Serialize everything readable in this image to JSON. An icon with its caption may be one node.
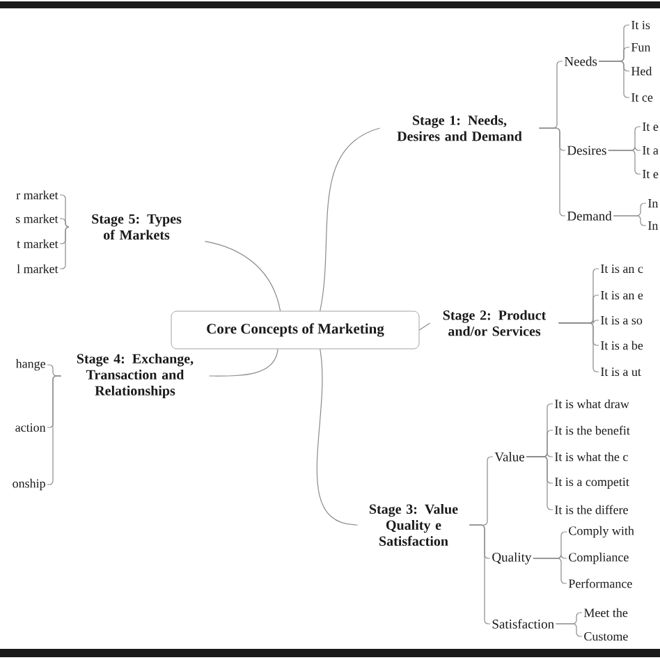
{
  "diagram": {
    "nodes": [
      {
        "text": [
          "Core Concepts of Marketing"
        ]
      },
      {
        "text": [
          "Stage 1: Needs, Desires and Demand"
        ]
      },
      {
        "text": [
          "Needs"
        ]
      },
      {
        "text": [
          "It is"
        ]
      },
      {
        "text": [
          "Fun"
        ]
      },
      {
        "text": [
          "Hed"
        ]
      },
      {
        "text": [
          "It ce"
        ]
      },
      {
        "text": [
          "Desires"
        ]
      },
      {
        "text": [
          "It e"
        ]
      },
      {
        "text": [
          "It a"
        ]
      },
      {
        "text": [
          "It e"
        ]
      },
      {
        "text": [
          "Demand"
        ]
      },
      {
        "text": [
          "In"
        ]
      },
      {
        "text": [
          "In"
        ]
      },
      {
        "text": [
          "Stage 2: Product and/or Services"
        ]
      },
      {
        "text": [
          "It is an c"
        ]
      },
      {
        "text": [
          "It is an e"
        ]
      },
      {
        "text": [
          "It is a so"
        ]
      },
      {
        "text": [
          "It is a be"
        ]
      },
      {
        "text": [
          "It is a ut"
        ]
      },
      {
        "text": [
          "Stage 3: Value Quality e Satisfaction"
        ]
      },
      {
        "text": [
          "Value"
        ]
      },
      {
        "text": [
          "It is what draw"
        ]
      },
      {
        "text": [
          "It is the benefit"
        ]
      },
      {
        "text": [
          "It is what the c"
        ]
      },
      {
        "text": [
          "It is a competit"
        ]
      },
      {
        "text": [
          "It is the differe"
        ]
      },
      {
        "text": [
          "Quality"
        ]
      },
      {
        "text": [
          "Comply with"
        ]
      },
      {
        "text": [
          "Compliance"
        ]
      },
      {
        "text": [
          "Performance"
        ]
      },
      {
        "text": [
          "Satisfaction"
        ]
      },
      {
        "text": [
          "Meet the"
        ]
      },
      {
        "text": [
          "Custome"
        ]
      },
      {
        "text": [
          "Stage 4: Exchange, Transaction and Relationships"
        ]
      },
      {
        "text": [
          "hange"
        ]
      },
      {
        "text": [
          "action"
        ]
      },
      {
        "text": [
          "onship"
        ]
      },
      {
        "text": [
          "Stage 5: Types of Markets"
        ]
      },
      {
        "text": [
          "r market"
        ]
      },
      {
        "text": [
          "s market"
        ]
      },
      {
        "text": [
          "t market"
        ]
      },
      {
        "text": [
          "l market"
        ]
      }
    ],
    "edges": [
      {
        "from": 0,
        "to": 1,
        "arrow": "none"
      },
      {
        "from": 0,
        "to": 14,
        "arrow": "none"
      },
      {
        "from": 0,
        "to": 20,
        "arrow": "none"
      },
      {
        "from": 0,
        "to": 34,
        "arrow": "none"
      },
      {
        "from": 0,
        "to": 38,
        "arrow": "none"
      },
      {
        "from": 1,
        "to": 2,
        "arrow": "none"
      },
      {
        "from": 1,
        "to": 7,
        "arrow": "none"
      },
      {
        "from": 1,
        "to": 11,
        "arrow": "none"
      },
      {
        "from": 2,
        "to": 3,
        "arrow": "none"
      },
      {
        "from": 2,
        "to": 4,
        "arrow": "none"
      },
      {
        "from": 2,
        "to": 5,
        "arrow": "none"
      },
      {
        "from": 2,
        "to": 6,
        "arrow": "none"
      },
      {
        "from": 7,
        "to": 8,
        "arrow": "none"
      },
      {
        "from": 7,
        "to": 9,
        "arrow": "none"
      },
      {
        "from": 7,
        "to": 10,
        "arrow": "none"
      },
      {
        "from": 11,
        "to": 12,
        "arrow": "none"
      },
      {
        "from": 11,
        "to": 13,
        "arrow": "none"
      },
      {
        "from": 14,
        "to": 15,
        "arrow": "none"
      },
      {
        "from": 14,
        "to": 16,
        "arrow": "none"
      },
      {
        "from": 14,
        "to": 17,
        "arrow": "none"
      },
      {
        "from": 14,
        "to": 18,
        "arrow": "none"
      },
      {
        "from": 14,
        "to": 19,
        "arrow": "none"
      },
      {
        "from": 20,
        "to": 21,
        "arrow": "none"
      },
      {
        "from": 20,
        "to": 27,
        "arrow": "none"
      },
      {
        "from": 20,
        "to": 31,
        "arrow": "none"
      },
      {
        "from": 21,
        "to": 22,
        "arrow": "none"
      },
      {
        "from": 21,
        "to": 23,
        "arrow": "none"
      },
      {
        "from": 21,
        "to": 24,
        "arrow": "none"
      },
      {
        "from": 21,
        "to": 25,
        "arrow": "none"
      },
      {
        "from": 21,
        "to": 26,
        "arrow": "none"
      },
      {
        "from": 27,
        "to": 28,
        "arrow": "none"
      },
      {
        "from": 27,
        "to": 29,
        "arrow": "none"
      },
      {
        "from": 27,
        "to": 30,
        "arrow": "none"
      },
      {
        "from": 31,
        "to": 32,
        "arrow": "none"
      },
      {
        "from": 31,
        "to": 33,
        "arrow": "none"
      },
      {
        "from": 34,
        "to": 35,
        "arrow": "none"
      },
      {
        "from": 34,
        "to": 36,
        "arrow": "none"
      },
      {
        "from": 34,
        "to": 37,
        "arrow": "none"
      },
      {
        "from": 38,
        "to": 39,
        "arrow": "none"
      },
      {
        "from": 38,
        "to": 40,
        "arrow": "none"
      },
      {
        "from": 38,
        "to": 41,
        "arrow": "none"
      },
      {
        "from": 38,
        "to": 42,
        "arrow": "none"
      }
    ]
  }
}
